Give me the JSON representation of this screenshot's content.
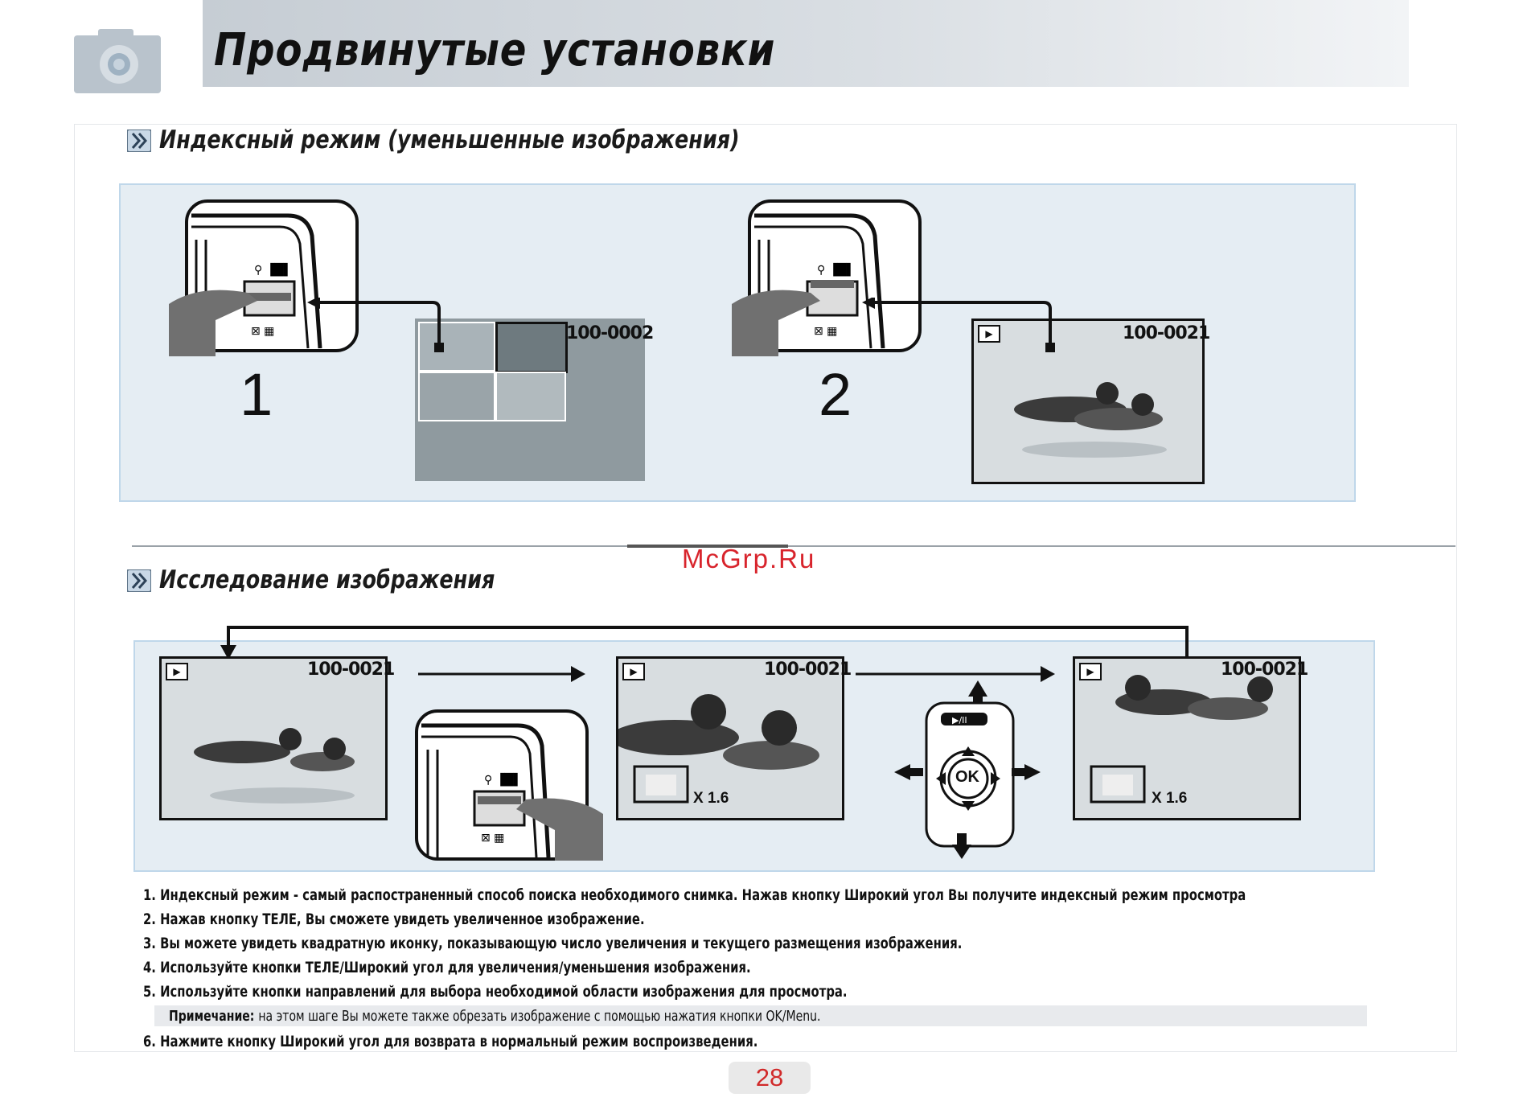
{
  "header": {
    "title": "Продвинутые установки",
    "icon": "camera-icon"
  },
  "section1": {
    "title": "Индексный режим (уменьшенные изображения)",
    "step1_number": "1",
    "step2_number": "2",
    "index_screen_label": "100-0002",
    "single_screen_label": "100-0021"
  },
  "section2": {
    "title": "Исследование изображения",
    "screen1_label": "100-0021",
    "screen2_label": "100-0021",
    "screen3_label": "100-0021",
    "zoom2": "X 1.6",
    "zoom3": "X 1.6",
    "ok_label": "OK"
  },
  "watermark": "McGrp.Ru",
  "instructions": [
    "1. Индексный режим - самый распостраненный способ поиска необходимого снимка. Нажав кнопку Широкий угол Вы получите индексный режим просмотра",
    "2. Нажав кнопку ТЕЛЕ, Вы сможете увидеть увеличенное изображение.",
    "3. Вы можете увидеть квадратную иконку, показывающую число увеличения и текущего размещения изображения.",
    "4. Используйте кнопки ТЕЛЕ/Широкий угол для увеличения/уменьшения изображения.",
    "5. Используйте кнопки направлений для выбора необходимой области изображения для просмотра."
  ],
  "note": {
    "label": "Примечание:",
    "text": "на этом шаге Вы можете также обрезать изображение с помощью нажатия кнопки OK/Menu."
  },
  "instruction6": "6. Нажмите кнопку Широкий угол для возврата в нормальный режим воспроизведения.",
  "page_number": "28",
  "colors": {
    "panel_bg": "#e5edf3",
    "panel_border": "#bfd7ea",
    "page_number": "#d12a2a",
    "watermark": "#d8242c"
  }
}
